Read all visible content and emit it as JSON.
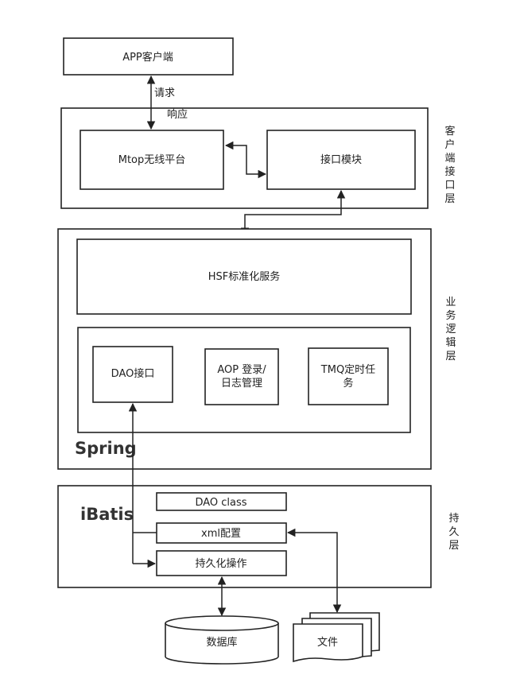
{
  "nodes": {
    "app_client": "APP客户端",
    "request": "请求",
    "response": "响应",
    "mtop": "Mtop无线平台",
    "interface_module": "接口模块",
    "hsf": "HSF标准化服务",
    "dao_interface": "DAO接口",
    "aop_line1": "AOP 登录/",
    "aop_line2": "日志管理",
    "tmq_line1": "TMQ定时任",
    "tmq_line2": "务",
    "spring": "Spring",
    "ibatis": "iBatis",
    "dao_class": "DAO class",
    "xml_config": "xml配置",
    "persist_op": "持久化操作",
    "database": "数据库",
    "file": "文件"
  },
  "layers": {
    "client_layer": [
      "客",
      "户",
      "端",
      "接",
      "口",
      "层"
    ],
    "business_layer": [
      "业",
      "务",
      "逻",
      "辑",
      "层"
    ],
    "persistence_layer": [
      "持",
      "久",
      "层"
    ]
  }
}
